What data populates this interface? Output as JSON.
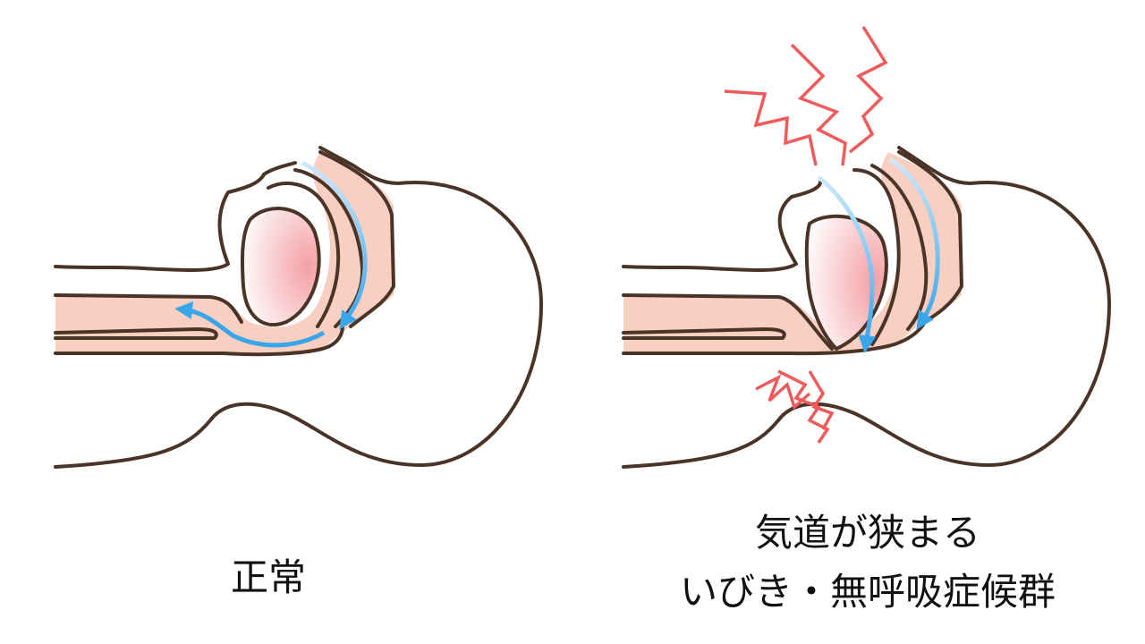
{
  "left_panel": {
    "caption": "正常"
  },
  "right_panel": {
    "caption_line1": "気道が狭まる",
    "caption_line2": "いびき・無呼吸症候群"
  },
  "colors": {
    "outline": "#4a3428",
    "airway": "#f9cfc2",
    "airflow": "#3aa6ea",
    "snore": "#f05a5a"
  }
}
